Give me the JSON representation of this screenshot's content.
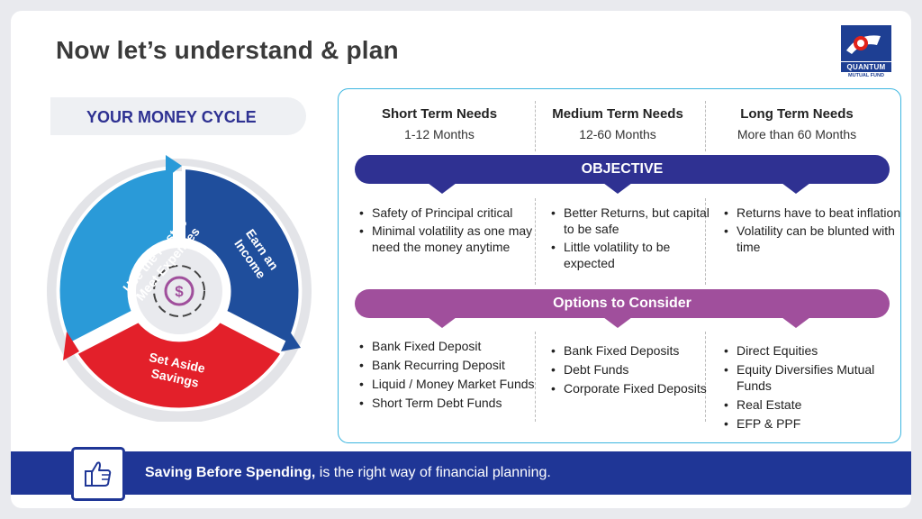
{
  "slide": {
    "title": "Now let’s understand & plan",
    "logo": {
      "name": "QUANTUM",
      "sub": "MUTUAL FUND",
      "colors": {
        "blue": "#1e3f93",
        "red": "#e2231a"
      }
    },
    "money_cycle": {
      "title": "YOUR MONEY CYCLE",
      "segments": [
        {
          "line1": "Earn an",
          "line2": "Income",
          "color": "#1f4e9c"
        },
        {
          "line1": "Set Aside",
          "line2": "Savings",
          "color": "#e3202a"
        },
        {
          "line1": "Use the Rest to",
          "line2": "Meet Expenses",
          "color": "#2a9ad8"
        }
      ],
      "center_icon": "dollar-cycle-icon"
    },
    "columns": [
      {
        "head": "Short Term Needs",
        "sub": "1-12 Months"
      },
      {
        "head": "Medium Term Needs",
        "sub": "12-60 Months"
      },
      {
        "head": "Long Term Needs",
        "sub": "More than 60 Months"
      }
    ],
    "objective_label": "OBJECTIVE",
    "objectives": [
      [
        "Safety of Principal critical",
        "Minimal volatility as one may need the money anytime"
      ],
      [
        "Better Returns, but capital to be safe",
        "Little volatility to be expected"
      ],
      [
        "Returns have to beat inflation",
        "Volatility can be blunted with time"
      ]
    ],
    "options_label": "Options to Consider",
    "options": [
      [
        "Bank Fixed Deposit",
        "Bank Recurring Deposit",
        "Liquid / Money Market Funds",
        "Short Term Debt Funds"
      ],
      [
        "Bank Fixed Deposits",
        "Debt Funds",
        "Corporate Fixed Deposits"
      ],
      [
        "Direct Equities",
        "Equity Diversifies Mutual Funds",
        "Real Estate",
        "EFP & PPF"
      ]
    ],
    "footer": {
      "bold": "Saving Before Spending,",
      "rest": " is the right way of financial planning.",
      "icon": "thumbs-up-icon"
    },
    "colors": {
      "objective": "#2f3192",
      "options": "#a04f9c",
      "footer": "#1f3696",
      "panel_border": "#3cb6e0"
    }
  }
}
